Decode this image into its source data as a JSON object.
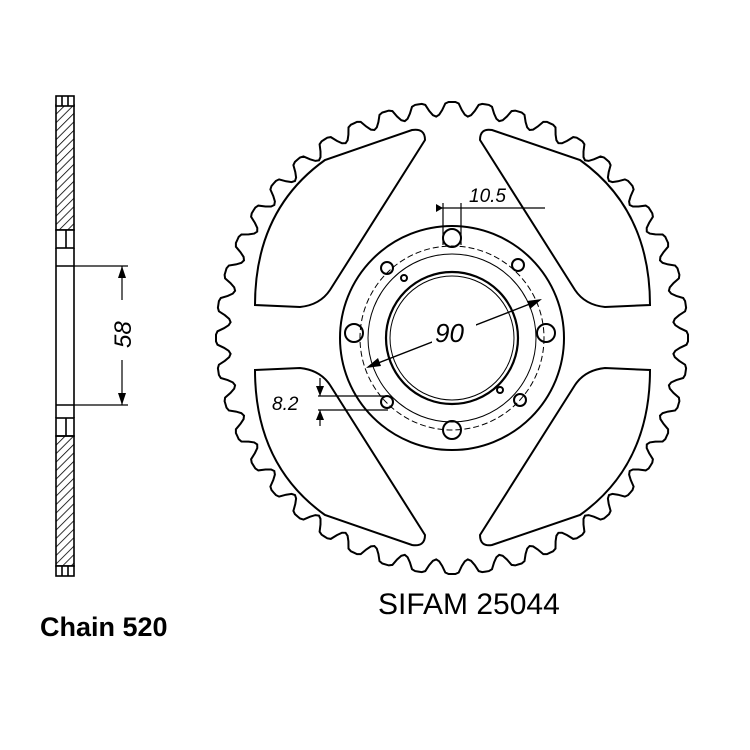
{
  "diagram": {
    "dimensions": {
      "bolt_hole_diameter": "10.5",
      "bolt_circle_diameter": "90",
      "center_bore_offset": "8.2",
      "side_width": "58"
    },
    "labels": {
      "chain": "Chain 520",
      "part_number": "SIFAM 25044"
    },
    "sprocket": {
      "teeth": 44,
      "bolt_holes": 4,
      "small_holes": 6
    },
    "colors": {
      "line": "#000000",
      "background": "#ffffff"
    }
  }
}
